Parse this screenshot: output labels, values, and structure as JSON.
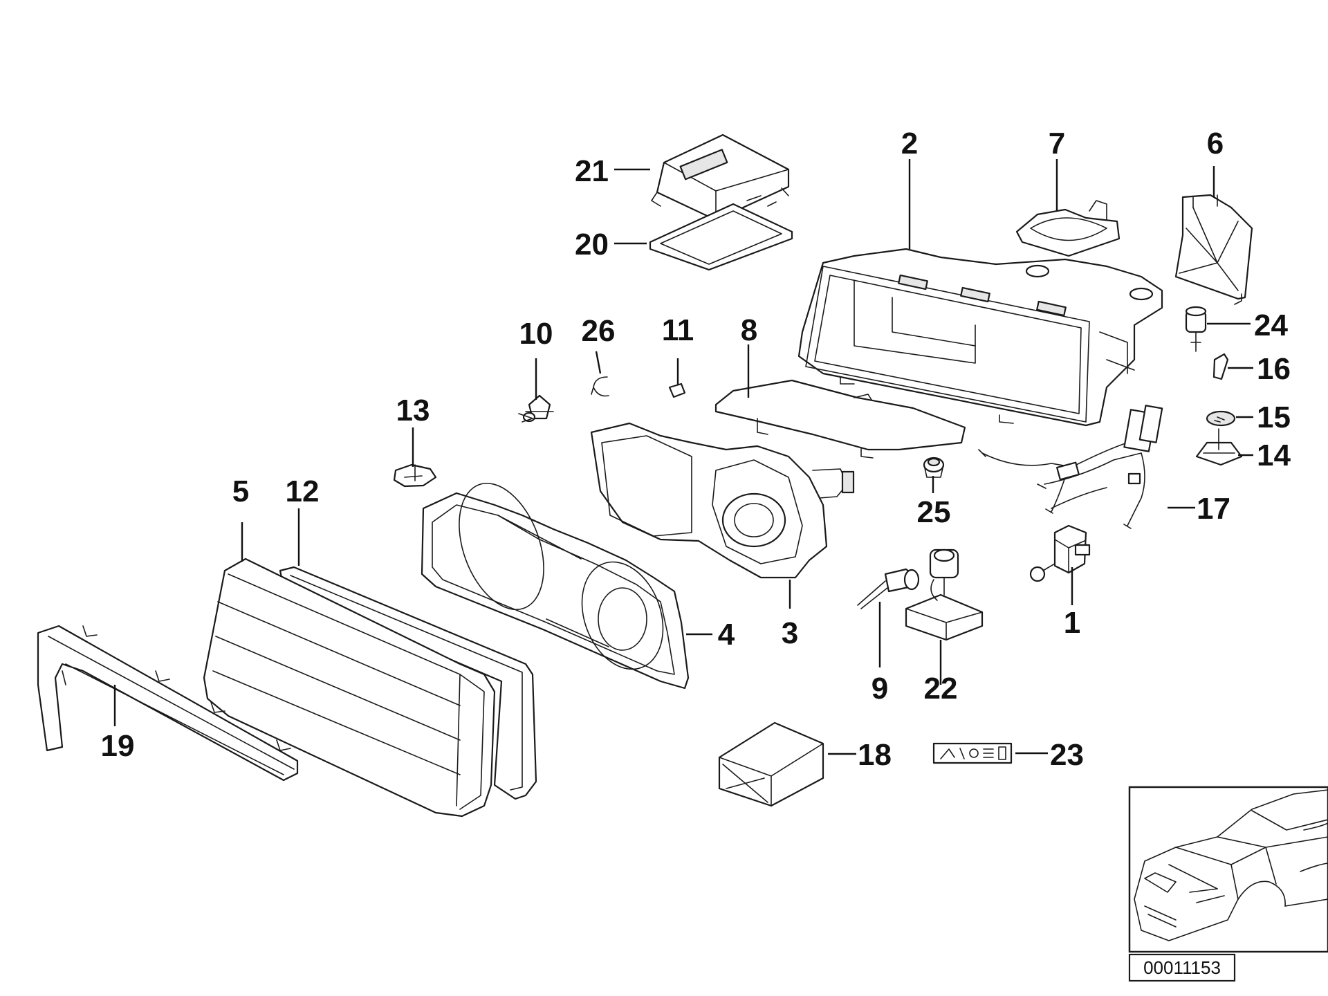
{
  "diagram": {
    "part_labels": [
      {
        "id": "l1",
        "text": "1"
      },
      {
        "id": "l2",
        "text": "2"
      },
      {
        "id": "l3",
        "text": "3"
      },
      {
        "id": "l4",
        "text": "4"
      },
      {
        "id": "l5",
        "text": "5"
      },
      {
        "id": "l6",
        "text": "6"
      },
      {
        "id": "l7",
        "text": "7"
      },
      {
        "id": "l8",
        "text": "8"
      },
      {
        "id": "l9",
        "text": "9"
      },
      {
        "id": "l10",
        "text": "10"
      },
      {
        "id": "l11",
        "text": "11"
      },
      {
        "id": "l12",
        "text": "12"
      },
      {
        "id": "l13",
        "text": "13"
      },
      {
        "id": "l14",
        "text": "14"
      },
      {
        "id": "l15",
        "text": "15"
      },
      {
        "id": "l16",
        "text": "16"
      },
      {
        "id": "l17",
        "text": "17"
      },
      {
        "id": "l18",
        "text": "18"
      },
      {
        "id": "l19",
        "text": "19"
      },
      {
        "id": "l20",
        "text": "20"
      },
      {
        "id": "l21",
        "text": "21"
      },
      {
        "id": "l22",
        "text": "22"
      },
      {
        "id": "l23",
        "text": "23"
      },
      {
        "id": "l24",
        "text": "24"
      },
      {
        "id": "l25",
        "text": "25"
      },
      {
        "id": "l26",
        "text": "26"
      }
    ],
    "diagram_code": "00011153",
    "colors": {
      "line": "#1a1a1a",
      "background": "#ffffff"
    }
  }
}
